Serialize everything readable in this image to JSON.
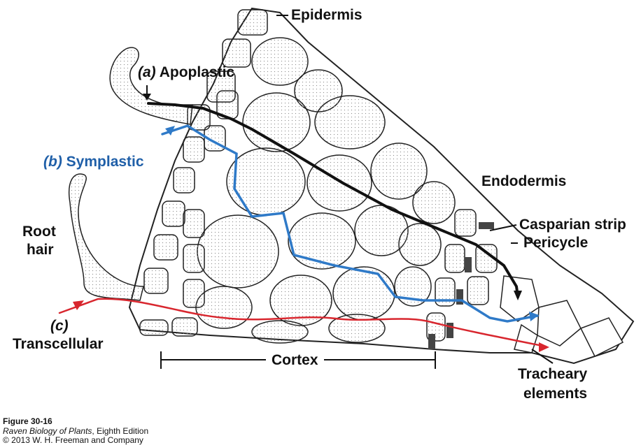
{
  "labels": {
    "epidermis": "Epidermis",
    "apoplastic_letter": "(a)",
    "apoplastic": "Apoplastic",
    "symplastic_letter": "(b)",
    "symplastic": "Symplastic",
    "root": "Root",
    "hair": "hair",
    "transcellular_letter": "(c)",
    "transcellular": "Transcellular",
    "endodermis": "Endodermis",
    "casparian_strip": "Casparian strip",
    "pericycle": "Pericycle",
    "cortex": "Cortex",
    "tracheary": "Tracheary",
    "elements": "elements"
  },
  "caption": {
    "figure": "Figure 30-16",
    "book_title": "Raven Biology of Plants",
    "book_edition": ", Eighth Edition",
    "copyright": "© 2013 W. H. Freeman and Company"
  },
  "colors": {
    "apoplastic_path": "#111111",
    "symplastic_path": "#2f7ac8",
    "transcellular_path": "#d8262e",
    "symplastic_label": "#1f5fa8",
    "casparian_strip": "#444444"
  }
}
